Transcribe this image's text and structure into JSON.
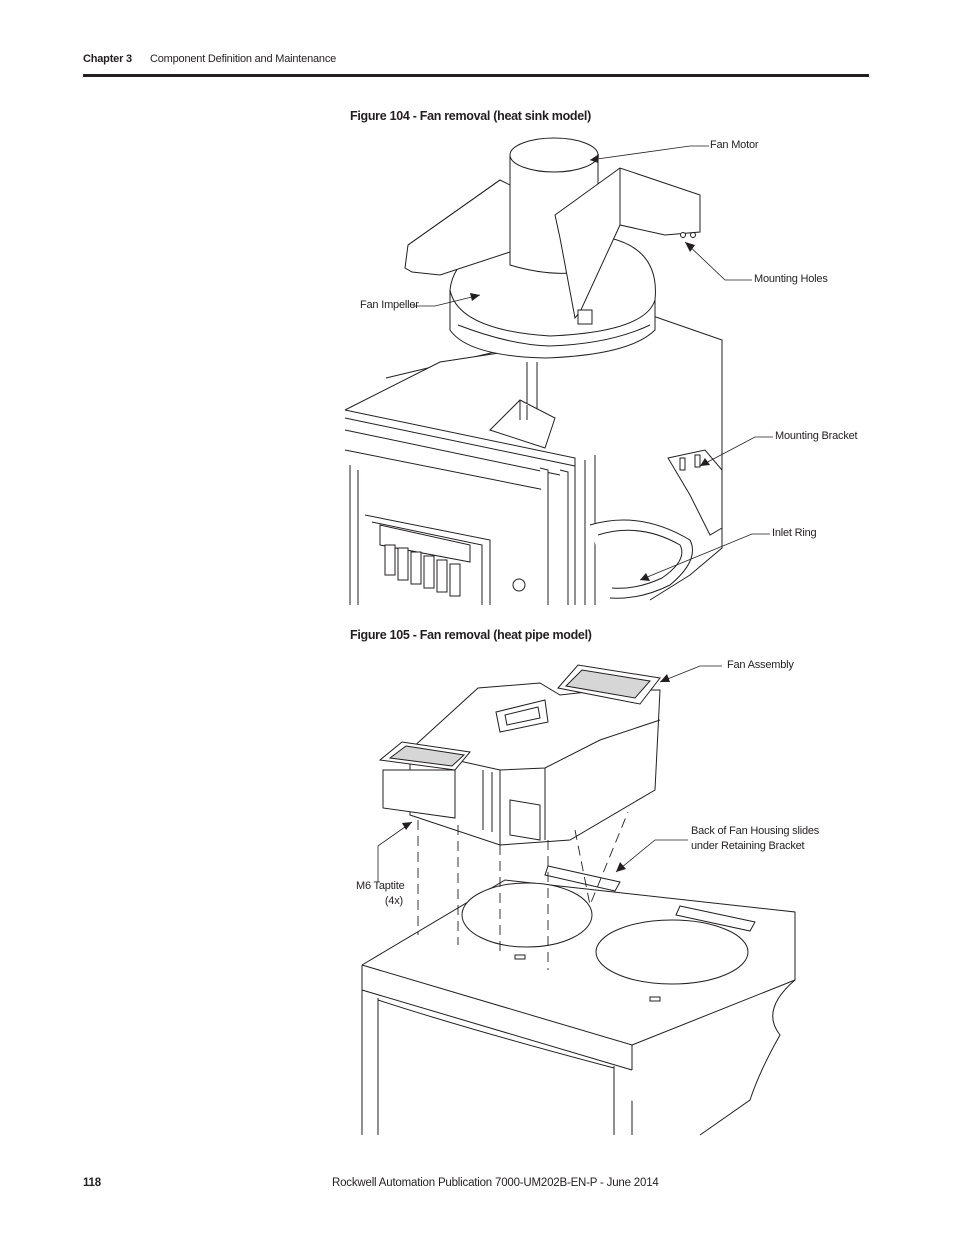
{
  "header": {
    "chapter": "Chapter 3",
    "section": "Component Definition and Maintenance"
  },
  "figure104": {
    "title": "Figure 104 - Fan removal (heat sink model)",
    "callouts": {
      "fan_motor": "Fan Motor",
      "mounting_holes": "Mounting Holes",
      "fan_impeller": "Fan Impeller",
      "mounting_bracket": "Mounting Bracket",
      "inlet_ring": "Inlet Ring"
    }
  },
  "figure105": {
    "title": "Figure 105 - Fan removal (heat pipe model)",
    "callouts": {
      "fan_assembly": "Fan Assembly",
      "back_slides_line1": "Back of Fan Housing slides",
      "back_slides_line2": "under Retaining Bracket",
      "m6_line1": "M6 Taptite",
      "m6_line2": "(4x)"
    }
  },
  "footer": {
    "page_number": "118",
    "publication": "Rockwell Automation Publication 7000-UM202B-EN-P - June 2014"
  }
}
